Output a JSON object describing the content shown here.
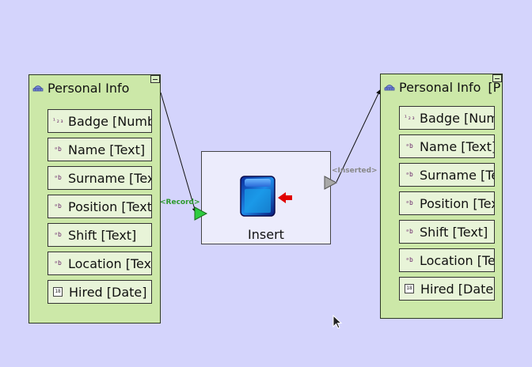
{
  "colors": {
    "canvas": "#d4d4fc",
    "schema_fill": "#cce8a8",
    "field_fill": "#e8f4d8",
    "operator_fill": "#ececfc",
    "input_port": "#2ecc40",
    "output_port": "#a8a8a8",
    "record_label": "#2d9a2d",
    "arrow": "#e00000"
  },
  "left_schema": {
    "title": "Personal Info",
    "icon": "schema-icon",
    "fields": [
      {
        "label": "Badge [Number]",
        "icon": "number-type-icon",
        "icon_text": "¹₂₃"
      },
      {
        "label": "Name [Text]",
        "icon": "text-type-icon",
        "icon_text": "ᵃb"
      },
      {
        "label": "Surname [Text]",
        "icon": "text-type-icon",
        "icon_text": "ᵃb"
      },
      {
        "label": "Position [Text]",
        "icon": "text-type-icon",
        "icon_text": "ᵃb"
      },
      {
        "label": "Shift [Text]",
        "icon": "text-type-icon",
        "icon_text": "ᵃb"
      },
      {
        "label": "Location [Text]",
        "icon": "text-type-icon",
        "icon_text": "ᵃb"
      },
      {
        "label": "Hired [Date]",
        "icon": "date-type-icon",
        "icon_text": "18"
      }
    ]
  },
  "operator": {
    "label": "Insert",
    "icon": "database-insert-icon",
    "input_port_label": "<Record>",
    "output_port_label": "<Inserted>"
  },
  "right_schema": {
    "title": "Personal Info",
    "title_suffix": "[P",
    "icon": "schema-icon",
    "fields": [
      {
        "label": "Badge [Number]",
        "icon": "number-type-icon",
        "icon_text": "¹₂₃"
      },
      {
        "label": "Name [Text]",
        "icon": "text-type-icon",
        "icon_text": "ᵃb"
      },
      {
        "label": "Surname [Text]",
        "icon": "text-type-icon",
        "icon_text": "ᵃb"
      },
      {
        "label": "Position [Text]",
        "icon": "text-type-icon",
        "icon_text": "ᵃb"
      },
      {
        "label": "Shift [Text]",
        "icon": "text-type-icon",
        "icon_text": "ᵃb"
      },
      {
        "label": "Location [Text]",
        "icon": "text-type-icon",
        "icon_text": "ᵃb"
      },
      {
        "label": "Hired [Date]",
        "icon": "date-type-icon",
        "icon_text": "18"
      }
    ]
  }
}
